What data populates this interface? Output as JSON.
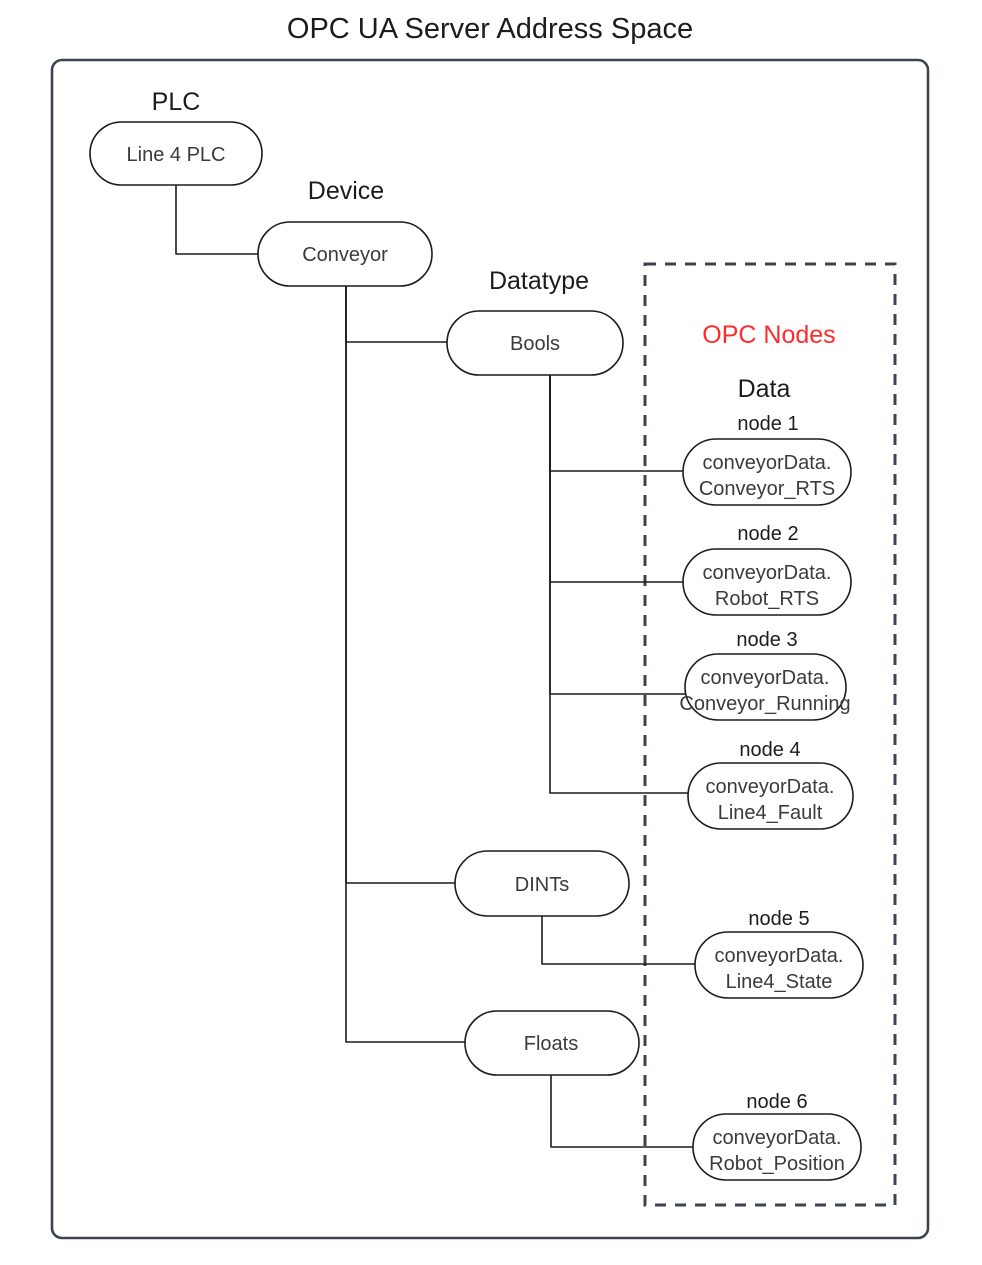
{
  "title": "OPC UA Server Address Space",
  "frames": {
    "outer_label": "address-space-frame",
    "opc_nodes_label": "OPC Nodes",
    "opc_nodes_color": "#ff2b2b"
  },
  "group_labels": {
    "plc": "PLC",
    "device": "Device",
    "datatype": "Datatype",
    "data": "Data"
  },
  "tree": {
    "plc": {
      "label": "Line 4 PLC"
    },
    "device": {
      "label": "Conveyor"
    },
    "datatypes": [
      {
        "label": "Bools"
      },
      {
        "label": "DINTs"
      },
      {
        "label": "Floats"
      }
    ]
  },
  "nodes": [
    {
      "caption": "node 1",
      "line1": "conveyorData.",
      "line2": "Conveyor_RTS",
      "datatype": "Bools"
    },
    {
      "caption": "node 2",
      "line1": "conveyorData.",
      "line2": "Robot_RTS",
      "datatype": "Bools"
    },
    {
      "caption": "node 3",
      "line1": "conveyorData.",
      "line2": "Conveyor_Running",
      "datatype": "Bools"
    },
    {
      "caption": "node 4",
      "line1": "conveyorData.",
      "line2": "Line4_Fault",
      "datatype": "Bools"
    },
    {
      "caption": "node 5",
      "line1": "conveyorData.",
      "line2": "Line4_State",
      "datatype": "DINTs"
    },
    {
      "caption": "node 6",
      "line1": "conveyorData.",
      "line2": "Robot_Position",
      "datatype": "Floats"
    }
  ],
  "colors": {
    "frame": "#3d4352",
    "box_stroke": "#1c1c1c",
    "text": "#3b3b3b",
    "accent_red": "#ff2b2b",
    "background": "#ffffff"
  }
}
